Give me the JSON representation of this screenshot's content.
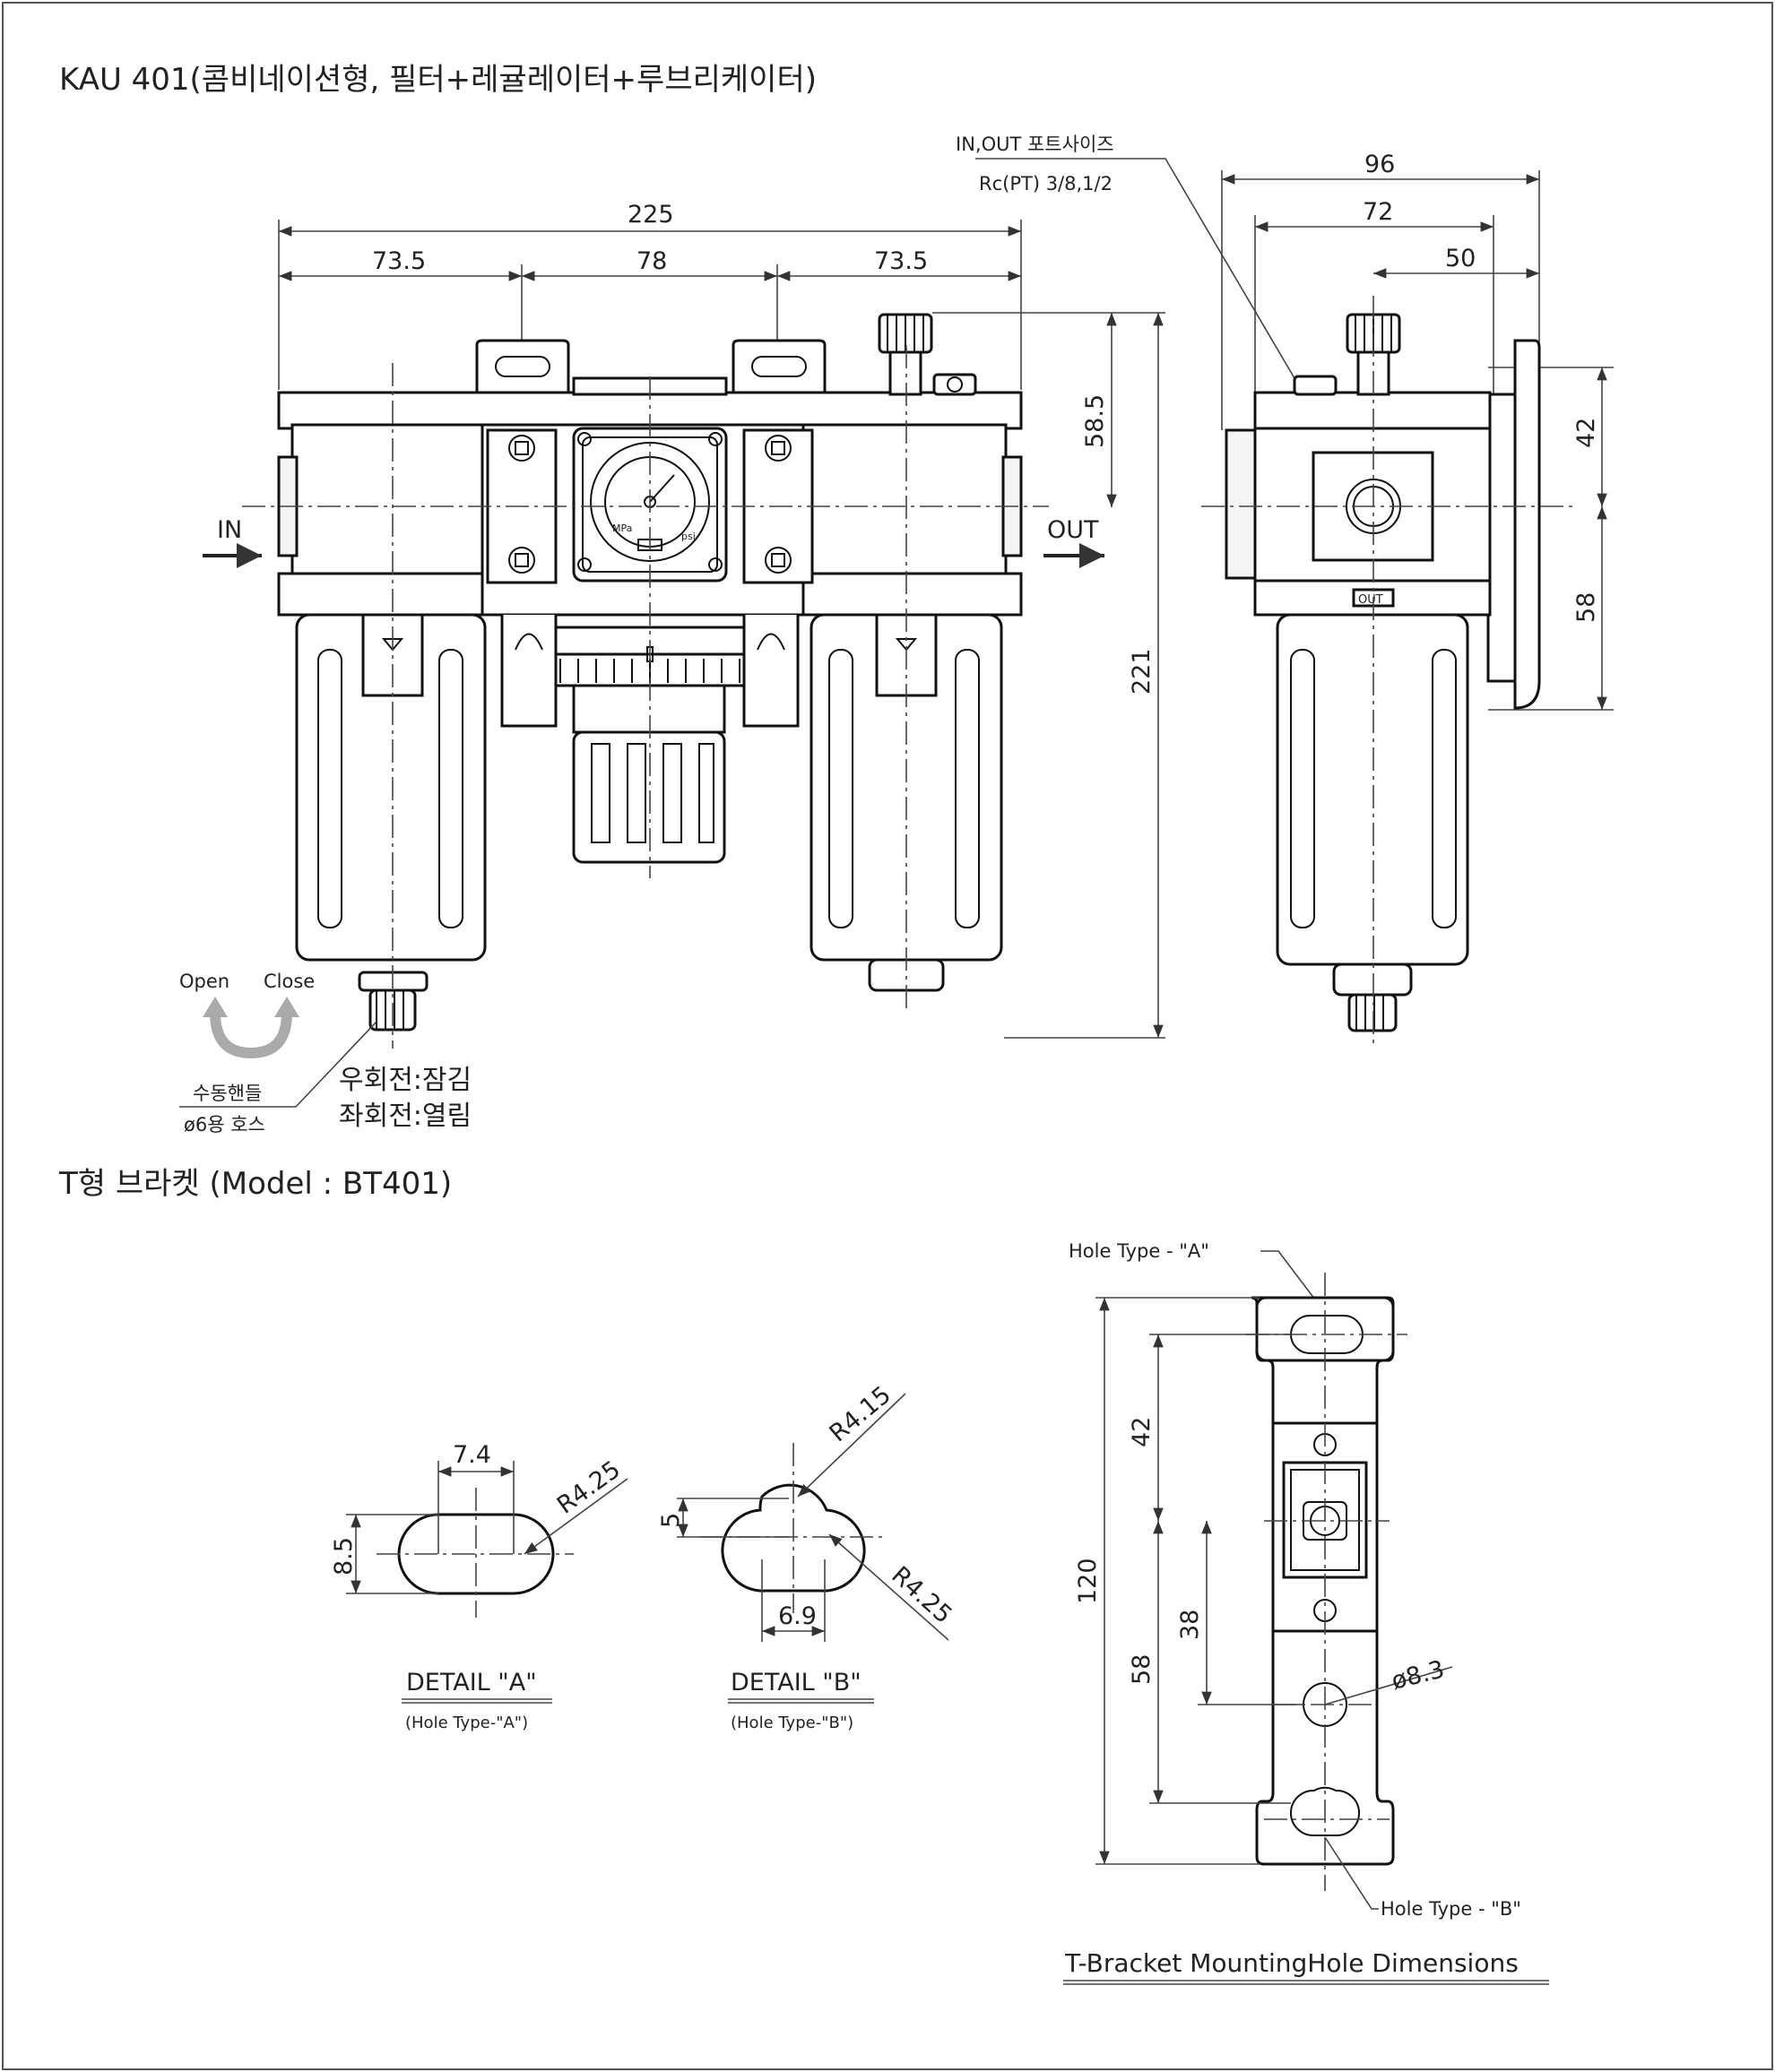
{
  "title_main": "KAU 401(콤비네이션형, 필터+레귤레이터+루브리케이터)",
  "title_bracket": "T형 브라켓 (Model : BT401)",
  "port_label_1": "IN,OUT 포트사이즈",
  "port_label_2": "Rc(PT) 3/8,1/2",
  "label_in": "IN",
  "label_out": "OUT",
  "label_out_badge": "OUT",
  "label_open": "Open",
  "label_close": "Close",
  "label_handle": "수동핸들",
  "label_hose": "ø6용 호스",
  "label_right_turn": "우회전:잠김",
  "label_left_turn": "좌회전:열림",
  "gauge": {
    "unit_mpa": "MPa",
    "unit_psi": "psi"
  },
  "dims_front": {
    "overall": "225",
    "left": "73.5",
    "mid": "78",
    "right": "73.5",
    "top": "58.5",
    "height": "221"
  },
  "dims_side": {
    "width96": "96",
    "width72": "72",
    "width50": "50",
    "h42": "42",
    "h58": "58"
  },
  "detail_a": {
    "width": "7.4",
    "height": "8.5",
    "radius": "R4.25",
    "title": "DETAIL  \"A\"",
    "subtitle": "(Hole Type-\"A\")"
  },
  "detail_b": {
    "width": "6.9",
    "height": "5",
    "radius_top": "R4.15",
    "radius_side": "R4.25",
    "title": "DETAIL \"B\"",
    "subtitle": "(Hole Type-\"B\")"
  },
  "bracket": {
    "hole_type_a": "Hole Type - \"A\"",
    "hole_type_b": "Hole Type - \"B\"",
    "h120": "120",
    "h42": "42",
    "h58": "58",
    "h38": "38",
    "dia": "ø8.3",
    "caption": "T-Bracket  MountingHole Dimensions"
  }
}
